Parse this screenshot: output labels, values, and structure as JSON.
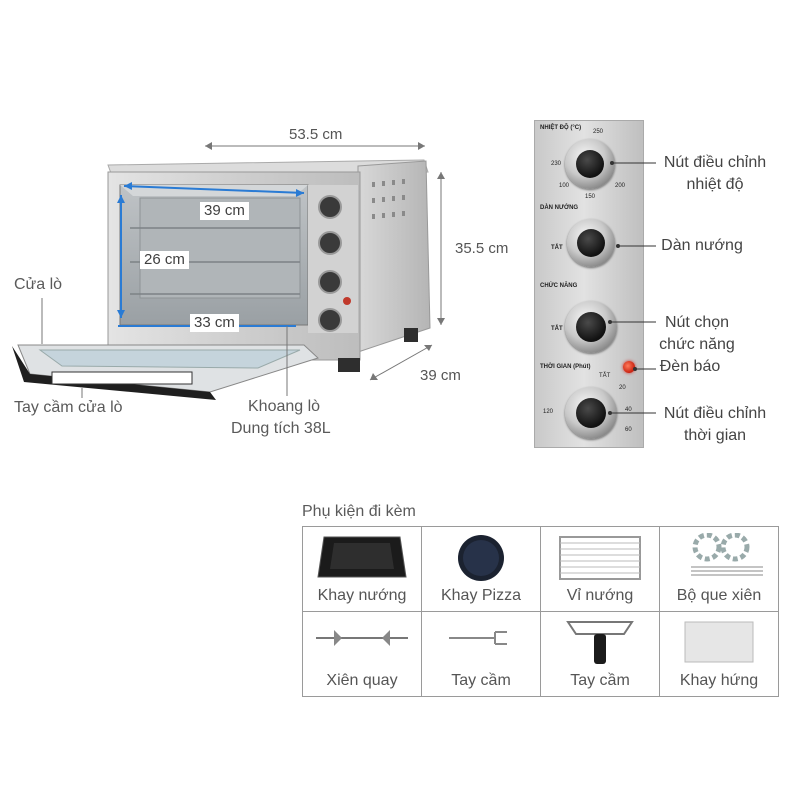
{
  "dimensions": {
    "width": "53.5 cm",
    "height": "35.5 cm",
    "depth": "39 cm",
    "inner_width": "39 cm",
    "inner_height": "26 cm",
    "inner_depth": "33 cm"
  },
  "labels": {
    "door": "Cửa lò",
    "door_handle": "Tay cầm cửa lò",
    "cavity_line1": "Khoang lò",
    "cavity_line2": "Dung tích 38L"
  },
  "panel": {
    "temp_title": "NHIỆT ĐỘ (°C)",
    "grill_title": "DÀN NƯỚNG",
    "function_title": "CHỨC NĂNG",
    "timer_title": "THỜI GIAN (Phút)",
    "temp_marks": [
      "230",
      "100",
      "150",
      "200",
      "250"
    ],
    "timer_marks": [
      "TẮT",
      "20",
      "40",
      "60",
      "120"
    ],
    "tat_label": "TẮT"
  },
  "controls": {
    "temp_knob_line1": "Nút điều chỉnh",
    "temp_knob_line2": "nhiệt độ",
    "grill": "Dàn nướng",
    "function_line1": "Nút chọn",
    "function_line2": "chức năng",
    "indicator": "Đèn báo",
    "timer_line1": "Nút điều chỉnh",
    "timer_line2": "thời gian"
  },
  "accessories": {
    "title": "Phụ kiện đi kèm",
    "items": [
      {
        "label": "Khay nướng"
      },
      {
        "label": "Khay Pizza"
      },
      {
        "label": "Vỉ nướng"
      },
      {
        "label": "Bộ que xiên"
      },
      {
        "label": "Xiên quay"
      },
      {
        "label": "Tay cầm"
      },
      {
        "label": "Tay cầm"
      },
      {
        "label": "Khay hứng"
      }
    ]
  },
  "colors": {
    "dimension_line": "#2a7bd4",
    "steel": "#c8c8c8",
    "indicator_red": "#d42a1a",
    "text": "#555555"
  }
}
